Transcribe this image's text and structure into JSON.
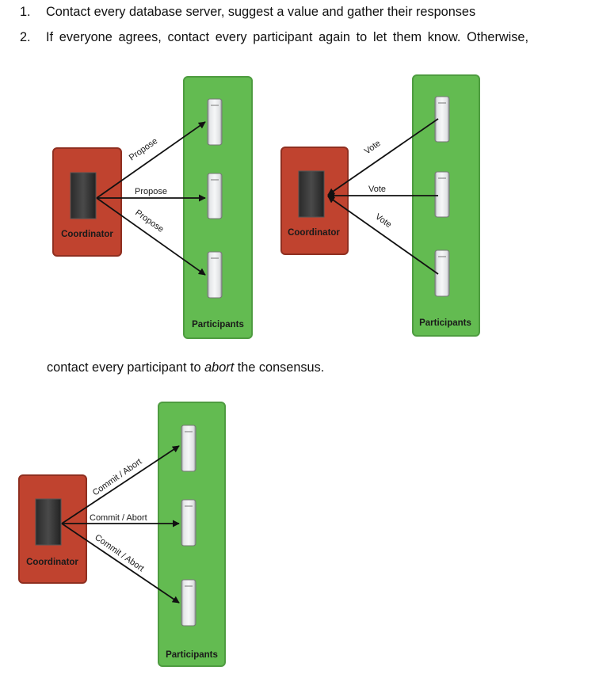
{
  "list": [
    {
      "number": "1.",
      "text": "Contact every database server, suggest a value and gather their responses"
    },
    {
      "number": "2.",
      "text": "If everyone agrees, contact every participant again to let them know. Otherwise,"
    }
  ],
  "paragraph": {
    "before": "contact every participant to ",
    "emphasis": "abort",
    "after": " the consensus."
  },
  "diagrams": {
    "propose": {
      "coordinator_label": "Coordinator",
      "participants_label": "Participants",
      "arrow_labels": [
        "Propose",
        "Propose",
        "Propose"
      ]
    },
    "vote": {
      "coordinator_label": "Coordinator",
      "participants_label": "Participants",
      "arrow_labels": [
        "Vote",
        "Vote",
        "Vote"
      ]
    },
    "commit": {
      "coordinator_label": "Coordinator",
      "participants_label": "Participants",
      "arrow_labels": [
        "Commit / Abort",
        "Commit / Abort",
        "Commit / Abort"
      ]
    }
  },
  "colors": {
    "coordinator_fill": "#c0432f",
    "participants_fill": "#63bb51",
    "arrow": "#111111"
  }
}
